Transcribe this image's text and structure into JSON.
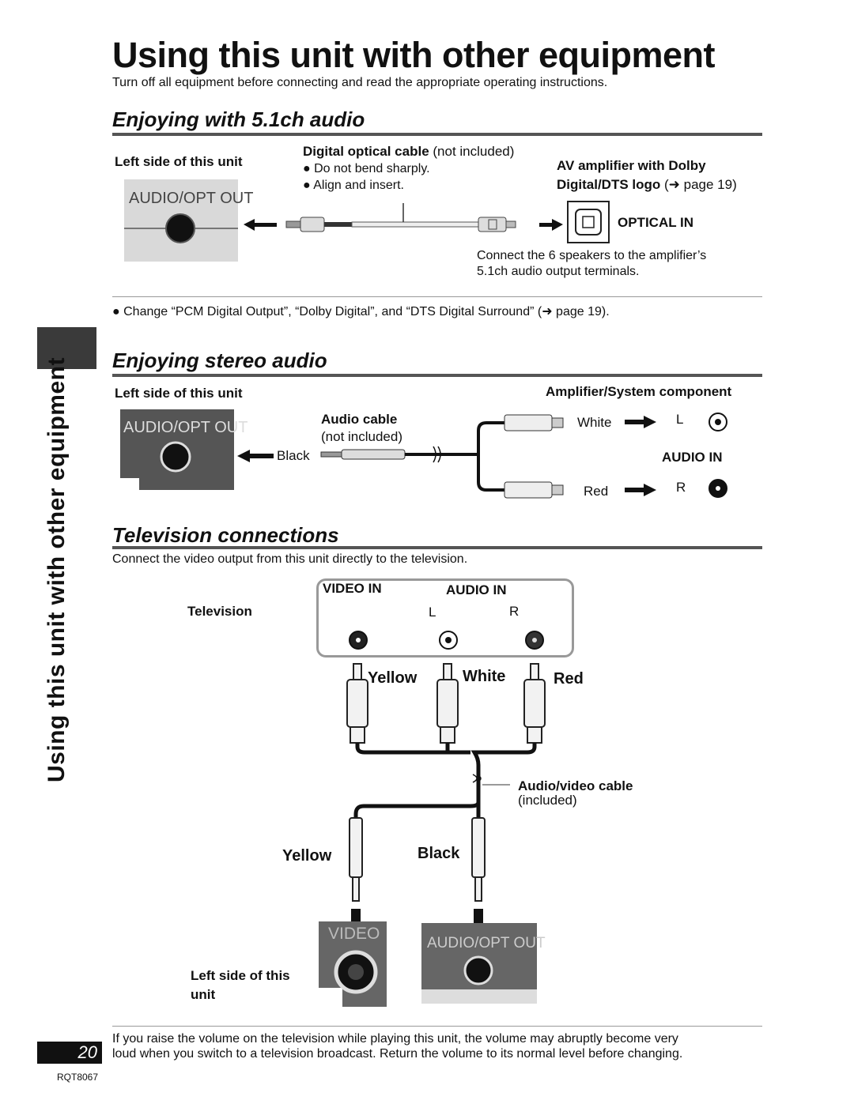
{
  "page": {
    "title": "Using this unit with other equipment",
    "intro": "Turn off all equipment before connecting and read the appropriate operating instructions.",
    "side_label": "Using this unit with other equipment",
    "page_number": "20",
    "doc_code": "RQT8067"
  },
  "section_51": {
    "heading": "Enjoying with 5.1ch audio",
    "unit_label": "Left side of this unit",
    "panel_label": "AUDIO/OPT OUT",
    "cable_label_bold": "Digital optical cable",
    "cable_label_note": "(not included)",
    "bullet_1": "Do not bend sharply.",
    "bullet_2": "Align and insert.",
    "amp_label_line1": "AV amplifier with Dolby",
    "amp_label_line2_bold": "Digital/DTS logo",
    "amp_label_line2_ref": "(➜ page 19)",
    "optical_in": "OPTICAL IN",
    "speakers_line1": "Connect the 6 speakers to the amplifier’s",
    "speakers_line2": "5.1ch audio output terminals.",
    "change_note": "Change “PCM Digital Output”, “Dolby Digital”, and “DTS Digital Surround” (➜ page 19)."
  },
  "section_stereo": {
    "heading": "Enjoying stereo audio",
    "unit_label": "Left side of this unit",
    "panel_label": "AUDIO/OPT OUT",
    "amp_label": "Amplifier/System component",
    "cable_label": "Audio cable",
    "cable_note": "(not included)",
    "black": "Black",
    "white": "White",
    "red": "Red",
    "audio_in": "AUDIO IN",
    "l": "L",
    "r": "R"
  },
  "section_tv": {
    "heading": "Television connections",
    "intro": "Connect the video output from this unit directly to the television.",
    "tv_label": "Television",
    "video_in": "VIDEO IN",
    "audio_in": "AUDIO IN",
    "l": "L",
    "r": "R",
    "yellow_top": "Yellow",
    "white_top": "White",
    "red_top": "Red",
    "cable_label": "Audio/video cable",
    "cable_note": "(included)",
    "yellow_bottom": "Yellow",
    "black_bottom": "Black",
    "unit_label_line1": "Left side of this",
    "unit_label_line2": "unit",
    "video_panel": "VIDEO",
    "audio_panel": "AUDIO/OPT OUT"
  },
  "footer_note_line1": "If you raise the volume on the television while playing this unit, the volume may abruptly become very",
  "footer_note_line2": "loud when you switch to a television broadcast. Return the volume to its normal level before changing."
}
